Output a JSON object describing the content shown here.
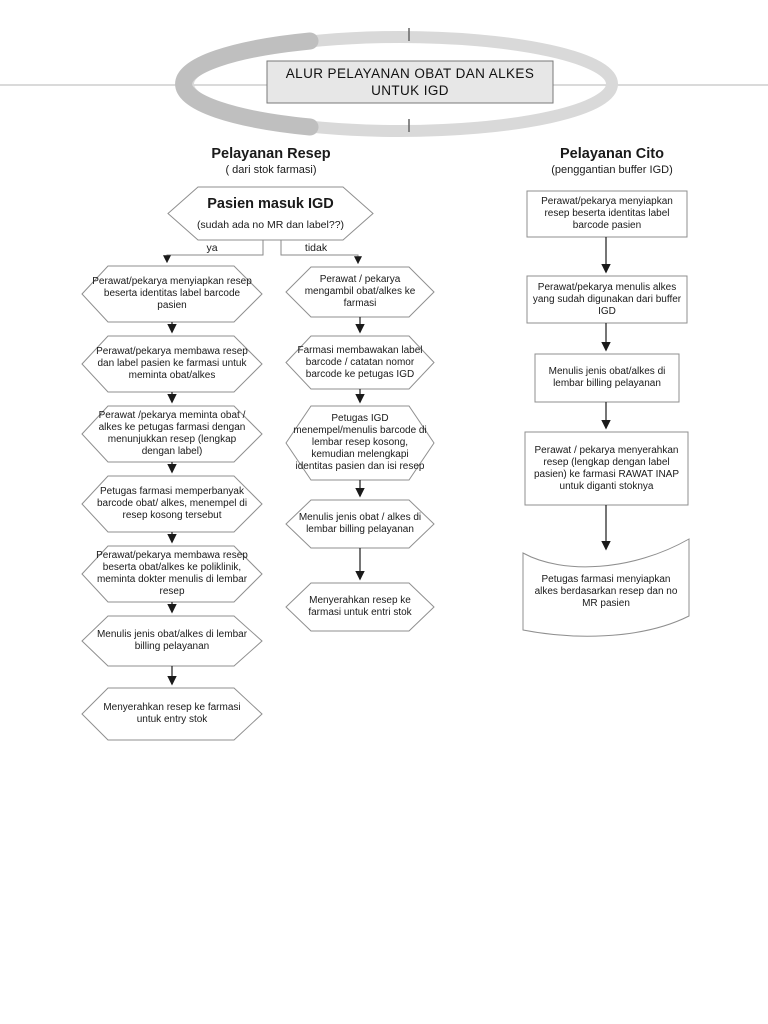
{
  "header": {
    "title_line1": "ALUR PELAYANAN OBAT DAN ALKES",
    "title_line2": "UNTUK IGD"
  },
  "columns": {
    "resep": {
      "title": "Pelayanan Resep",
      "subtitle": "( dari stok farmasi)"
    },
    "cito": {
      "title": "Pelayanan Cito",
      "subtitle": "(penggantian buffer IGD)"
    }
  },
  "start_node": {
    "title": "Pasien masuk IGD",
    "question": "(sudah ada no MR dan label??)"
  },
  "branch_labels": {
    "yes": "ya",
    "no": "tidak"
  },
  "resep_ya_steps": [
    "Perawat/pekarya menyiapkan resep beserta identitas label barcode pasien",
    "Perawat/pekarya membawa resep dan label pasien ke farmasi untuk meminta obat/alkes",
    "Perawat /pekarya meminta obat / alkes ke petugas farmasi dengan menunjukkan resep (lengkap dengan label)",
    "Petugas farmasi memperbanyak barcode obat/ alkes, menempel di resep kosong tersebut",
    "Perawat/pekarya membawa resep beserta obat/alkes ke poliklinik, meminta dokter menulis di lembar resep",
    "Menulis jenis obat/alkes di lembar billing pelayanan",
    "Menyerahkan resep ke farmasi untuk entry stok"
  ],
  "resep_tidak_steps": [
    "Perawat / pekarya mengambil obat/alkes ke farmasi",
    "Farmasi membawakan label barcode / catatan nomor barcode ke petugas IGD",
    "Petugas IGD menempel/menulis barcode di lembar resep kosong, kemudian melengkapi identitas pasien dan isi resep",
    "Menulis jenis obat / alkes di lembar billing pelayanan",
    "Menyerahkan resep ke farmasi untuk entri stok"
  ],
  "cito_steps": [
    "Perawat/pekarya menyiapkan resep beserta identitas label barcode pasien",
    "Perawat/pekarya menulis alkes yang sudah digunakan dari buffer IGD",
    "Menulis jenis obat/alkes di lembar billing pelayanan",
    "Perawat / pekarya menyerahkan resep (lengkap dengan label pasien) ke farmasi RAWAT INAP untuk diganti stoknya",
    "Petugas farmasi menyiapkan alkes berdasarkan resep dan no MR pasien"
  ],
  "colors": {
    "shape_outline": "#8f8f8f",
    "arrow": "#1a1a1a",
    "branch_line": "#8a8a8a",
    "ellipse_left": "#bfbfbf",
    "ellipse_right": "#d9d9d9",
    "title_box_fill": "#e7e7e7",
    "title_box_border": "#7a7a7a",
    "divider_line": "#b5b5b5"
  }
}
